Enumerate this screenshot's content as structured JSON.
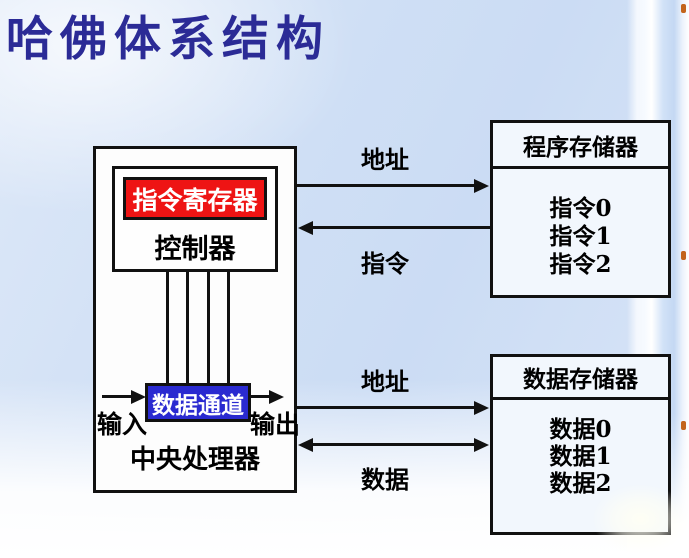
{
  "slide": {
    "title": "哈佛体系结构"
  },
  "cpu": {
    "label": "中央处理器",
    "controller": "控制器",
    "instruction_register": "指令寄存器",
    "data_channel": "数据通道",
    "input": "输入",
    "output": "输出"
  },
  "program_memory": {
    "title": "程序存储器",
    "items": [
      "指令0",
      "指令1",
      "指令2"
    ]
  },
  "data_memory": {
    "title": "数据存储器",
    "items": [
      "数据0",
      "数据1",
      "数据2"
    ]
  },
  "buses": {
    "program_address": "地址",
    "instruction": "指令",
    "data_address": "地址",
    "data": "数据"
  },
  "colors": {
    "title": "#2b2b96",
    "instruction_register_bg": "#ee1414",
    "data_channel_bg": "#2a2ad0",
    "line": "#111111",
    "background_blue": "#ccdcf4",
    "accent_dot": "#c3641c"
  }
}
